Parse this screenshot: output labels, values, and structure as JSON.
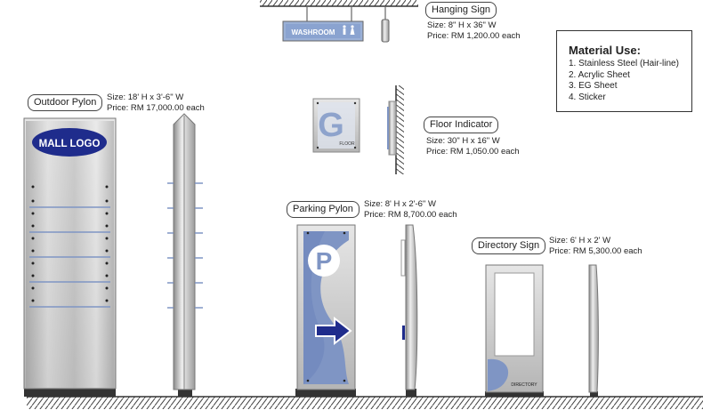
{
  "hanging_sign": {
    "label": "Hanging Sign",
    "size": "Size: 8\" H x 36\" W",
    "price": "Price: RM 1,200.00 each",
    "sign_text": "WASHROOM"
  },
  "outdoor_pylon": {
    "label": "Outdoor Pylon",
    "size": "Size: 18' H x 3'-6\" W",
    "price": "Price: RM 17,000.00 each",
    "logo_text": "MALL LOGO"
  },
  "floor_indicator": {
    "label": "Floor Indicator",
    "size": "Size: 30\" H x 16\" W",
    "price": "Price: RM 1,050.00 each",
    "letter": "G",
    "floor_text": "FLOOR"
  },
  "parking_pylon": {
    "label": "Parking Pylon",
    "size": "Size: 8' H x 2'-6\" W",
    "price": "Price: RM 8,700.00 each",
    "letter": "P"
  },
  "directory_sign": {
    "label": "Directory Sign",
    "size": "Size: 6' H x 2' W",
    "price": "Price: RM 5,300.00 each",
    "panel_text": "DIRECTORY"
  },
  "material_use": {
    "title": "Material Use:",
    "items": [
      "1. Stainless Steel (Hair-line)",
      "2. Acrylic Sheet",
      "3. EG Sheet",
      "4. Sticker"
    ]
  },
  "colors": {
    "brand_blue": "#1f2c8c",
    "acrylic_blue": "#7f95c4",
    "steel": "#c8c8c8"
  }
}
